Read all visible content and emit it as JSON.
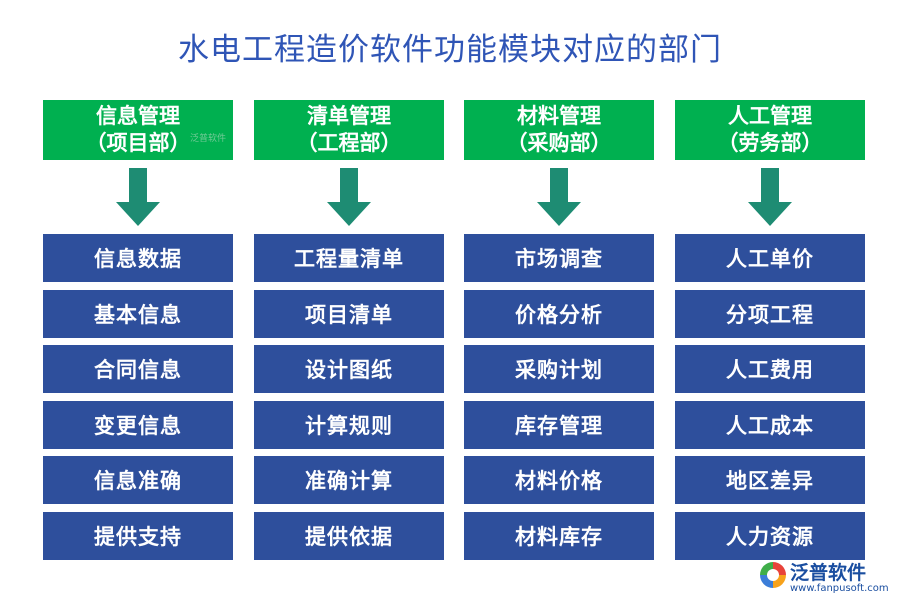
{
  "title": "水电工程造价软件功能模块对应的部门",
  "columns": [
    {
      "header_line1": "信息管理",
      "header_line2": "（项目部）",
      "items": [
        "信息数据",
        "基本信息",
        "合同信息",
        "变更信息",
        "信息准确",
        "提供支持"
      ]
    },
    {
      "header_line1": "清单管理",
      "header_line2": "（工程部）",
      "items": [
        "工程量清单",
        "项目清单",
        "设计图纸",
        "计算规则",
        "准确计算",
        "提供依据"
      ]
    },
    {
      "header_line1": "材料管理",
      "header_line2": "（采购部）",
      "items": [
        "市场调查",
        "价格分析",
        "采购计划",
        "库存管理",
        "材料价格",
        "材料库存"
      ]
    },
    {
      "header_line1": "人工管理",
      "header_line2": "（劳务部）",
      "items": [
        "人工单价",
        "分项工程",
        "人工费用",
        "人工成本",
        "地区差异",
        "人力资源"
      ]
    }
  ],
  "watermark": "泛普软件",
  "logo": {
    "name": "泛普软件",
    "url": "www.fanpusoft.com"
  },
  "colors": {
    "title": "#2f55b6",
    "header": "#00b050",
    "arrow": "#1e8c73",
    "item": "#2e4f9c"
  }
}
